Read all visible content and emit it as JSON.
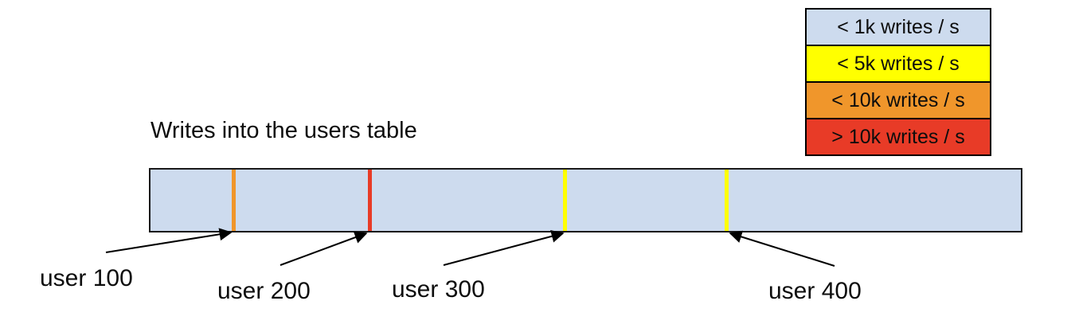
{
  "title": "Writes into the users table",
  "legend": {
    "items": [
      {
        "label": "< 1k writes / s",
        "color": "#cddbee"
      },
      {
        "label": "< 5k writes / s",
        "color": "#ffff00"
      },
      {
        "label": "< 10k writes / s",
        "color": "#f0962b"
      },
      {
        "label": "> 10k writes / s",
        "color": "#e83b27"
      }
    ]
  },
  "table_bar": {
    "fill": "#cddbee",
    "border_color": "#1a1a1a",
    "stripes": [
      {
        "user": "user 100",
        "category": "< 10k writes / s",
        "color": "#f0962b"
      },
      {
        "user": "user 200",
        "category": "> 10k writes / s",
        "color": "#e83b27"
      },
      {
        "user": "user 300",
        "category": "< 5k writes / s",
        "color": "#ffff00"
      },
      {
        "user": "user 400",
        "category": "< 5k writes / s",
        "color": "#ffff00"
      }
    ]
  },
  "labels": {
    "user_100": "user 100",
    "user_200": "user 200",
    "user_300": "user 300",
    "user_400": "user 400"
  }
}
